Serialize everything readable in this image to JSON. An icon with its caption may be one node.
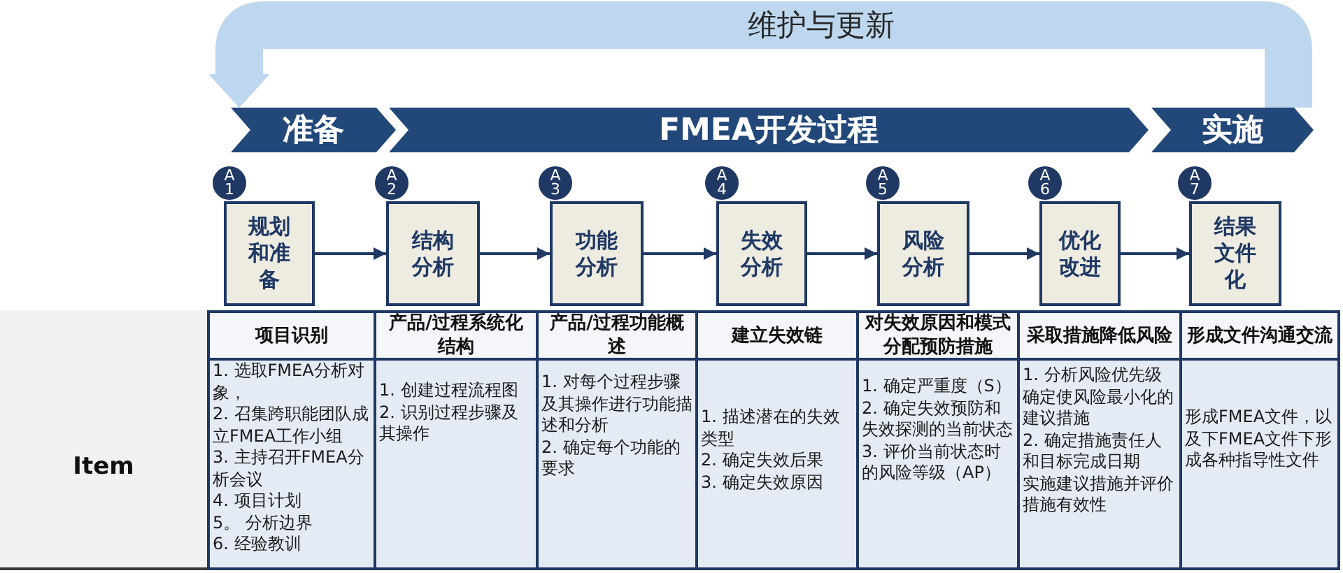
{
  "diagram": {
    "nodes": [
      {
        "text": [
          "准备"
        ]
      },
      {
        "text": [
          "FMEA开发过程"
        ]
      },
      {
        "text": [
          "实施"
        ]
      },
      {
        "text": [
          "A 1"
        ]
      },
      {
        "text": [
          "规划和准备"
        ]
      },
      {
        "text": [
          "A 2"
        ]
      },
      {
        "text": [
          "结构分析"
        ]
      },
      {
        "text": [
          "A 3"
        ]
      },
      {
        "text": [
          "功能分析"
        ]
      },
      {
        "text": [
          "A 4"
        ]
      },
      {
        "text": [
          "失效分析"
        ]
      },
      {
        "text": [
          "A 5"
        ]
      },
      {
        "text": [
          "风险分析"
        ]
      },
      {
        "text": [
          "A 6"
        ]
      },
      {
        "text": [
          "优化改进"
        ]
      },
      {
        "text": [
          "A 7"
        ]
      },
      {
        "text": [
          "结果文件化"
        ]
      }
    ],
    "edges": [
      {
        "from": 2,
        "to": 0,
        "arrow": "to",
        "label": "维护与更新",
        "style": "thick",
        "color": "#bdd7ee"
      },
      {
        "from": 4,
        "to": 6,
        "arrow": "to"
      },
      {
        "from": 6,
        "to": 8,
        "arrow": "to"
      },
      {
        "from": 8,
        "to": 10,
        "arrow": "to"
      },
      {
        "from": 10,
        "to": 12,
        "arrow": "to"
      },
      {
        "from": 12,
        "to": 14,
        "arrow": "to"
      },
      {
        "from": 14,
        "to": 16,
        "arrow": "to"
      }
    ],
    "labels": [
      "Item",
      "项目识别",
      "产品/过程系统化结构",
      "产品/过程功能概述",
      "建立失效链",
      "对失效原因和模式分配预防措施",
      "采取措施降低风险",
      "形成文件沟通交流",
      "1. 选取FMEA分析对象，",
      "2. 召集跨职能团队成立FMEA工作小组",
      "3. 主持召开FMEA分析会议",
      "4. 项目计划",
      "5。 分析边界",
      "6. 经验教训",
      "1. 创建过程流程图",
      "2. 识别过程步骤及其操作",
      "1. 对每个过程步骤及其操作进行功能描述和分析",
      "2. 确定每个功能的要求",
      "1. 描述潜在的失效类型",
      "2. 确定失效后果",
      "3. 确定失效原因",
      "1. 确定严重度（S）",
      "2. 确定失效预防和失效探测的当前状态",
      "3. 评价当前状态时的风险等级（AP）",
      "1. 分析风险优先级确定使风险最小化的建议措施",
      "2. 确定措施责任人和目标完成日期",
      "实施建议措施并评价措施有效性",
      "形成FMEA文件，以及下FMEA文件下形成各种指导性文件"
    ]
  }
}
